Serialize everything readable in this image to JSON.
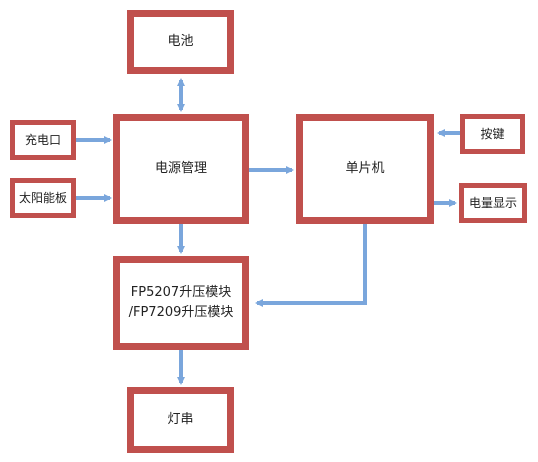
{
  "colors": {
    "box_border": "#C0504D",
    "box_fill": "#FFFFFF",
    "arrow": "#7AA6DC",
    "text": "#222222"
  },
  "nodes": {
    "battery": "电池",
    "charging_port": "充电口",
    "solar_panel": "太阳能板",
    "power_management": "电源管理",
    "mcu": "单片机",
    "buttons": "按键",
    "battery_level_display": "电量显示",
    "boost_module": "FP5207升压模块\n/FP7209升压模块",
    "light_string": "灯串"
  },
  "edges": [
    {
      "from": "battery",
      "to": "power_management",
      "bidirectional": true
    },
    {
      "from": "charging_port",
      "to": "power_management"
    },
    {
      "from": "solar_panel",
      "to": "power_management"
    },
    {
      "from": "power_management",
      "to": "mcu"
    },
    {
      "from": "buttons",
      "to": "mcu"
    },
    {
      "from": "mcu",
      "to": "battery_level_display"
    },
    {
      "from": "power_management",
      "to": "boost_module"
    },
    {
      "from": "mcu",
      "to": "boost_module"
    },
    {
      "from": "boost_module",
      "to": "light_string"
    }
  ]
}
